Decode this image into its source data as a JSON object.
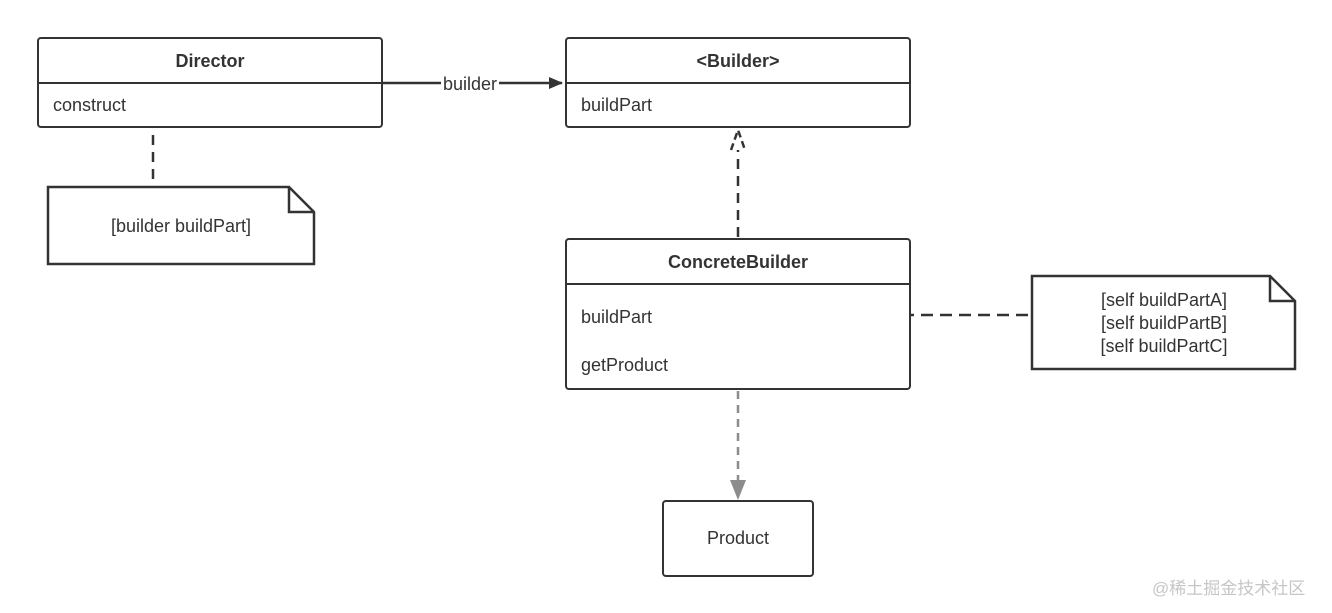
{
  "classes": {
    "director": {
      "title": "Director",
      "methods": [
        "construct"
      ]
    },
    "builder": {
      "title": "<Builder>",
      "methods": [
        "buildPart"
      ]
    },
    "concrete_builder": {
      "title": "ConcreteBuilder",
      "methods": [
        "buildPart",
        "getProduct"
      ]
    },
    "product": {
      "title": "Product"
    }
  },
  "notes": {
    "director_note": [
      "[builder buildPart]"
    ],
    "concrete_note": [
      "[self buildPartA]",
      "[self buildPartB]",
      "[self buildPartC]"
    ]
  },
  "edges": {
    "director_to_builder_label": "builder"
  },
  "watermark": "@稀土掘金技术社区",
  "colors": {
    "stroke": "#333333",
    "dependency": "#8c8c8c",
    "watermark": "#c6c6c6"
  }
}
